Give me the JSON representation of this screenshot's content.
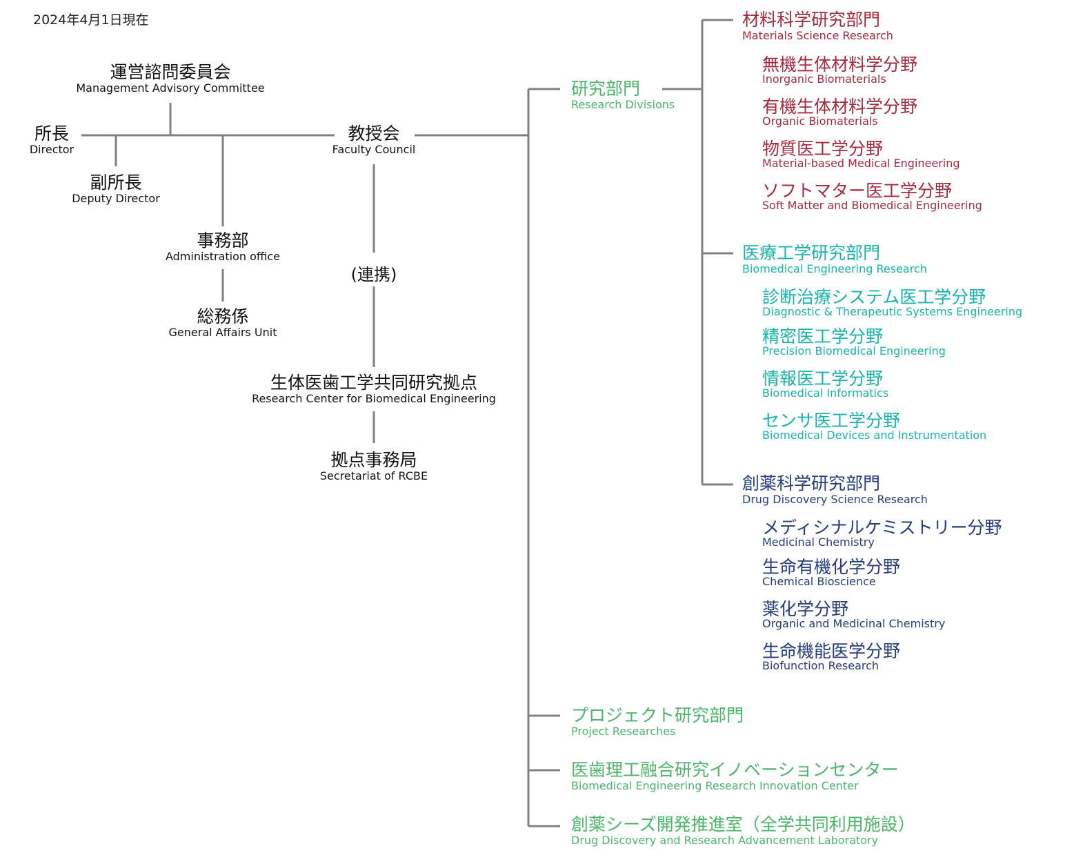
{
  "date_label": "2024年4月1日現在",
  "left": {
    "advisory": {
      "ja": "運営諮問委員会",
      "en": "Management Advisory Committee"
    },
    "director": {
      "ja": "所長",
      "en": "Director"
    },
    "deputy": {
      "ja": "副所長",
      "en": "Deputy Director"
    },
    "admin": {
      "ja": "事務部",
      "en": "Administration office"
    },
    "general": {
      "ja": "総務係",
      "en": "General Affairs Unit"
    },
    "faculty": {
      "ja": "教授会",
      "en": "Faculty Council"
    },
    "renkei": "(連携)",
    "rcbe": {
      "ja": "生体医歯工学共同研究拠点",
      "en": "Research Center for Biomedical Engineering"
    },
    "secretariat": {
      "ja": "拠点事務局",
      "en": "Secretariat of RCBE"
    }
  },
  "research_divisions": {
    "ja": "研究部門",
    "en": "Research Divisions"
  },
  "divisions": [
    {
      "ja": "材料科学研究部門",
      "en": "Materials Science Research",
      "color": "#a52a3c",
      "fields": [
        {
          "ja": "無機生体材料学分野",
          "en": "Inorganic Biomaterials"
        },
        {
          "ja": "有機生体材料学分野",
          "en": "Organic Biomaterials"
        },
        {
          "ja": "物質医工学分野",
          "en": "Material-based Medical Engineering"
        },
        {
          "ja": "ソフトマター医工学分野",
          "en": "Soft Matter and Biomedical Engineering"
        }
      ]
    },
    {
      "ja": "医療工学研究部門",
      "en": "Biomedical Engineering Research",
      "color": "#19b3ad",
      "fields": [
        {
          "ja": "診断治療システム医工学分野",
          "en": "Diagnostic & Therapeutic Systems Engineering"
        },
        {
          "ja": "精密医工学分野",
          "en": "Precision Biomedical Engineering"
        },
        {
          "ja": "情報医工学分野",
          "en": "Biomedical Informatics"
        },
        {
          "ja": "センサ医工学分野",
          "en": "Biomedical Devices and Instrumentation"
        }
      ]
    },
    {
      "ja": "創薬科学研究部門",
      "en": "Drug Discovery Science Research",
      "color": "#253d7d",
      "fields": [
        {
          "ja": "メディシナルケミストリー分野",
          "en": "Medicinal Chemistry"
        },
        {
          "ja": "生命有機化学分野",
          "en": "Chemical Bioscience"
        },
        {
          "ja": "薬化学分野",
          "en": "Organic and Medicinal Chemistry"
        },
        {
          "ja": "生命機能医学分野",
          "en": "Biofunction Research"
        }
      ]
    }
  ],
  "other_units": [
    {
      "ja": "プロジェクト研究部門",
      "en": "Project Researches"
    },
    {
      "ja": "医歯理工融合研究イノベーションセンター",
      "en": "Biomedical Engineering Research Innovation Center"
    },
    {
      "ja": "創薬シーズ開発推進室（全学共同利用施設）",
      "en": "Drug Discovery and Research Advancement Laboratory"
    }
  ],
  "colors": {
    "line": "#808080",
    "green": "#4db56a",
    "red": "#a52a3c",
    "teal": "#19b3ad",
    "navy": "#253d7d"
  }
}
